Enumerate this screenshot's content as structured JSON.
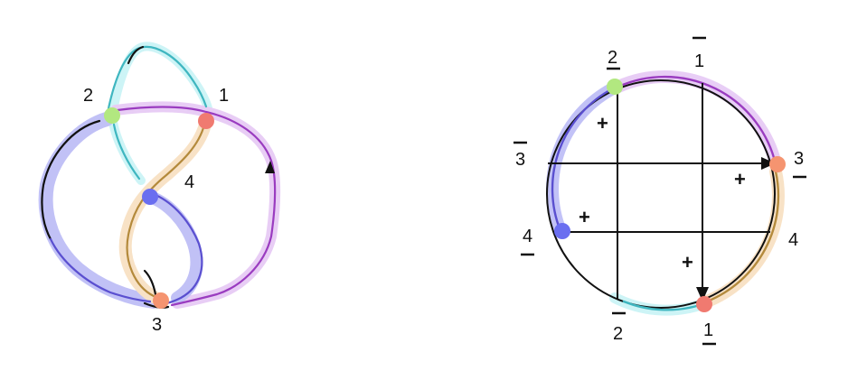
{
  "colors": {
    "crossing_1": "#f07a70",
    "crossing_2": "#b2e880",
    "crossing_3": "#f59470",
    "crossing_4": "#6a6ef0",
    "strand_blue": "#5a4fd0",
    "strand_blue_halo": "#8f8ff0",
    "strand_purple": "#9a3cc0",
    "strand_purple_halo": "#d6a6ee",
    "strand_cyan": "#3fb6c0",
    "strand_cyan_halo": "#a6ecf0",
    "strand_orange": "#b48a3c",
    "strand_orange_halo": "#f4cc98",
    "ink": "#111111"
  },
  "knot_diagram": {
    "labels": {
      "crossing_1": "1",
      "crossing_2": "2",
      "crossing_3": "3",
      "crossing_4": "4"
    }
  },
  "gauss_diagram": {
    "labels": {
      "top_1": "1",
      "top_2": "2",
      "left_3": "3",
      "right_3": "3",
      "left_4": "4",
      "right_4": "4",
      "bottom_1": "1",
      "bottom_2": "2"
    },
    "signs": {
      "chord_2": "+",
      "chord_3": "+",
      "chord_4": "+",
      "chord_1": "+"
    }
  }
}
